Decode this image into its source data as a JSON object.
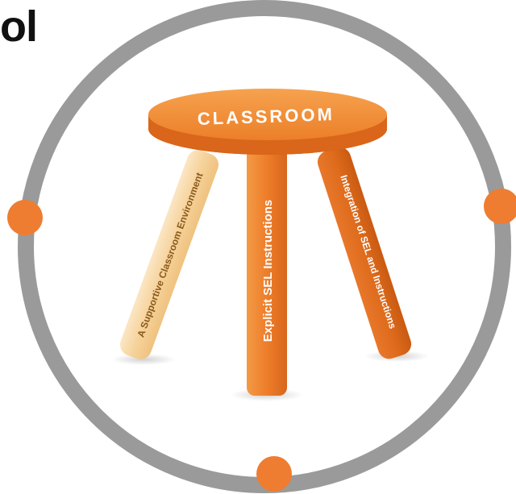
{
  "title_fragment": "ol",
  "seat_label": "CLASSROOM",
  "legs": [
    {
      "label": "A Supportive Classroom Environment"
    },
    {
      "label": "Explicit SEL Instructions"
    },
    {
      "label": "Integration of SEL and Instructions"
    }
  ],
  "colors": {
    "ring": "#9a9a9a",
    "node": "#ee7d31",
    "seat_top": "#f08a2c",
    "seat_edge": "#d9661a",
    "leg_light": "#f9d9a6",
    "leg_main": "#ee7d2a",
    "leg_dark": "#e06f1e"
  }
}
